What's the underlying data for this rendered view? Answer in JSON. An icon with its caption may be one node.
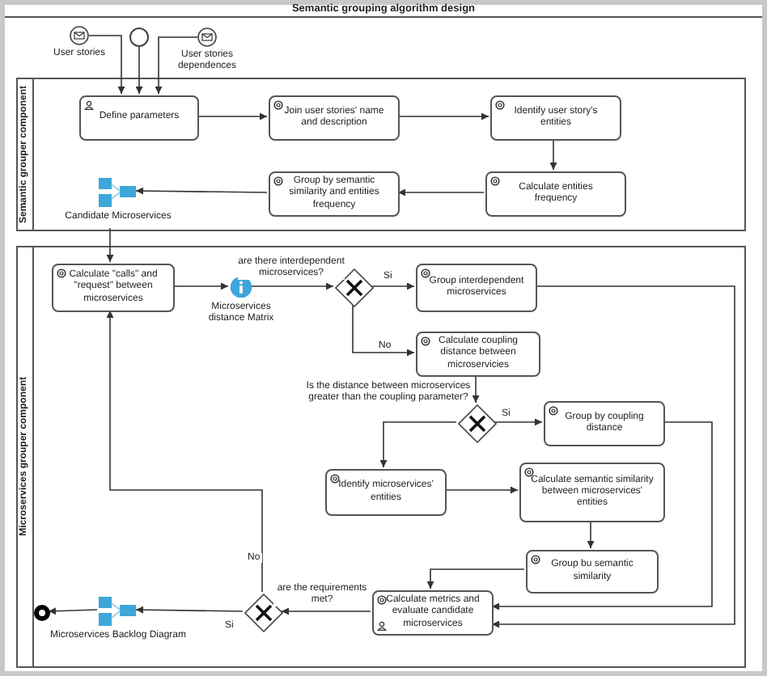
{
  "diagram": {
    "title": "Semantic grouping algorithm design",
    "nodes": [
      {
        "text": [
          "User stories"
        ]
      },
      {
        "text": [],
        "shape": "circle"
      },
      {
        "text": [
          "User stories dependences"
        ]
      },
      {
        "text": [
          "Semantic grouper component"
        ]
      },
      {
        "text": [
          "Define parameters"
        ],
        "in": 3
      },
      {
        "text": [
          "Join user stories' name and description"
        ],
        "in": 3
      },
      {
        "text": [
          "Identify user story's entities"
        ],
        "in": 3
      },
      {
        "text": [
          "Calculate entities frequency"
        ],
        "in": 3
      },
      {
        "text": [
          "Group by semantic similarity and entities frequency"
        ],
        "in": 3
      },
      {
        "text": [
          "Candidate Microservices"
        ],
        "in": 3
      },
      {
        "text": [
          "Microservices grouper component"
        ]
      },
      {
        "text": [
          "Calculate \"calls\" and \"request\" between microservices"
        ],
        "in": 10
      },
      {
        "text": [
          "Microservices distance Matrix"
        ],
        "in": 10
      },
      {
        "text": [],
        "shape": "diamond",
        "beside": [
          "are there interdependent microservices?"
        ],
        "in": 10
      },
      {
        "text": [
          "Group interdependent microservices"
        ],
        "in": 10
      },
      {
        "text": [
          "Calculate coupling distance between microservicies"
        ],
        "in": 10
      },
      {
        "text": [],
        "shape": "diamond",
        "beside": [
          "Is the distance between microservices greater than the coupling parameter?"
        ],
        "in": 10
      },
      {
        "text": [
          "Group by coupling distance"
        ],
        "in": 10
      },
      {
        "text": [
          "Identify microservices' entities"
        ],
        "in": 10
      },
      {
        "text": [
          "Calculate semantic similarity between microservices' entities"
        ],
        "in": 10
      },
      {
        "text": [
          "Group bu semantic similarity"
        ],
        "in": 10
      },
      {
        "text": [
          "Calculate metrics and evaluate candidate microservices"
        ],
        "in": 10
      },
      {
        "text": [],
        "shape": "diamond",
        "beside": [
          "are the requirements met?"
        ],
        "in": 10
      },
      {
        "text": [
          "Microservices Backlog Diagram"
        ],
        "in": 10
      },
      {
        "text": [],
        "shape": "circle",
        "in": 10
      }
    ],
    "edges": [
      {
        "from": 0,
        "to": 4,
        "arrow": "to"
      },
      {
        "from": 1,
        "to": 4,
        "arrow": "to"
      },
      {
        "from": 2,
        "to": 4,
        "arrow": "to"
      },
      {
        "from": 4,
        "to": 5,
        "arrow": "to"
      },
      {
        "from": 5,
        "to": 6,
        "arrow": "to"
      },
      {
        "from": 6,
        "to": 7,
        "arrow": "to"
      },
      {
        "from": 7,
        "to": 8,
        "arrow": "to"
      },
      {
        "from": 8,
        "to": 9,
        "arrow": "to"
      },
      {
        "from": 9,
        "to": 11,
        "arrow": "to"
      },
      {
        "from": 11,
        "to": 12,
        "arrow": "to"
      },
      {
        "from": 12,
        "to": 13,
        "arrow": "to"
      },
      {
        "from": 13,
        "to": 14,
        "arrow": "to",
        "label": "Si"
      },
      {
        "from": 13,
        "to": 15,
        "arrow": "to",
        "label": "No"
      },
      {
        "from": 15,
        "to": 16,
        "arrow": "to"
      },
      {
        "from": 16,
        "to": 17,
        "arrow": "to",
        "label": "Si"
      },
      {
        "from": 16,
        "to": 18,
        "arrow": "to"
      },
      {
        "from": 18,
        "to": 19,
        "arrow": "to"
      },
      {
        "from": 19,
        "to": 20,
        "arrow": "to"
      },
      {
        "from": 20,
        "to": 21,
        "arrow": "to"
      },
      {
        "from": 17,
        "to": 21,
        "arrow": "to"
      },
      {
        "from": 14,
        "to": 21,
        "arrow": "to"
      },
      {
        "from": 21,
        "to": 22,
        "arrow": "to"
      },
      {
        "from": 22,
        "to": 23,
        "arrow": "to",
        "label": "Si"
      },
      {
        "from": 23,
        "to": 24,
        "arrow": "to"
      },
      {
        "from": 22,
        "to": 11,
        "arrow": "to",
        "label": "No"
      }
    ]
  }
}
